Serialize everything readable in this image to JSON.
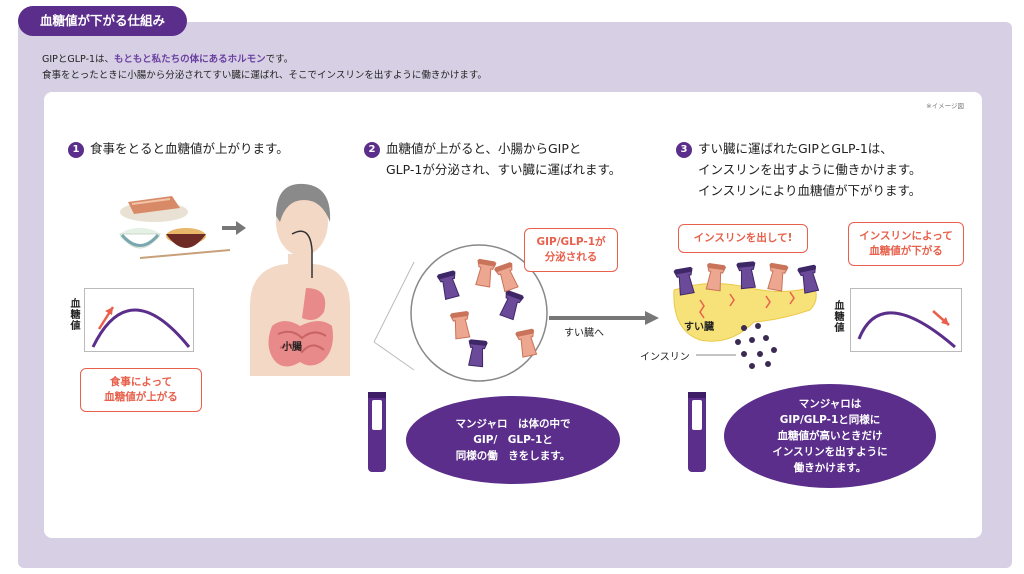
{
  "title": "血糖値が下がる仕組み",
  "intro": {
    "line1_prefix": "GIPとGLP-1は、",
    "line1_highlight": "もともと私たちの体にあるホルモン",
    "line1_suffix": "です。",
    "line2": "食事をとったときに小腸から分泌されてすい臓に運ばれ、そこでインスリンを出すように働きかけます。"
  },
  "note": "※イメージ図",
  "steps": [
    {
      "num": "1",
      "lines": [
        "食事をとると血糖値が上がります。"
      ]
    },
    {
      "num": "2",
      "lines": [
        "血糖値が上がると、小腸からGIPと",
        "GLP-1が分泌され、すい臓に運ばれます。"
      ]
    },
    {
      "num": "3",
      "lines": [
        "すい臓に運ばれたGIPとGLP-1は、",
        "インスリンを出すように働きかけます。",
        "インスリンにより血糖値が下がります。"
      ]
    }
  ],
  "labels": {
    "glucose_axis": "血糖値",
    "small_intestine": "小腸",
    "to_pancreas": "すい臓へ",
    "pancreas": "すい臓",
    "insulin": "インスリン",
    "gip": "GIP",
    "glp1": "GLP-1"
  },
  "callouts": {
    "meal": "食事によって\n血糖値が上がる",
    "secreted": "GIP/GLP-1が\n分泌される",
    "insulin_out": "インスリンを出して!",
    "insulin_lower": "インスリンによって\n血糖値が下がる"
  },
  "ovals": {
    "left": "マンジャロ　は体の中で\nGIP/　GLP-1と\n同様の働　きをします。",
    "right": "マンジャロは\nGIP/GLP-1と同様に\n血糖値が高いときだけ\nインスリンを出すように\n働きかけます。"
  },
  "colors": {
    "purple": "#5a2e8a",
    "lavender_bg": "#d7d0e4",
    "accent": "#e8604c",
    "pancreas": "#f7e27a"
  }
}
